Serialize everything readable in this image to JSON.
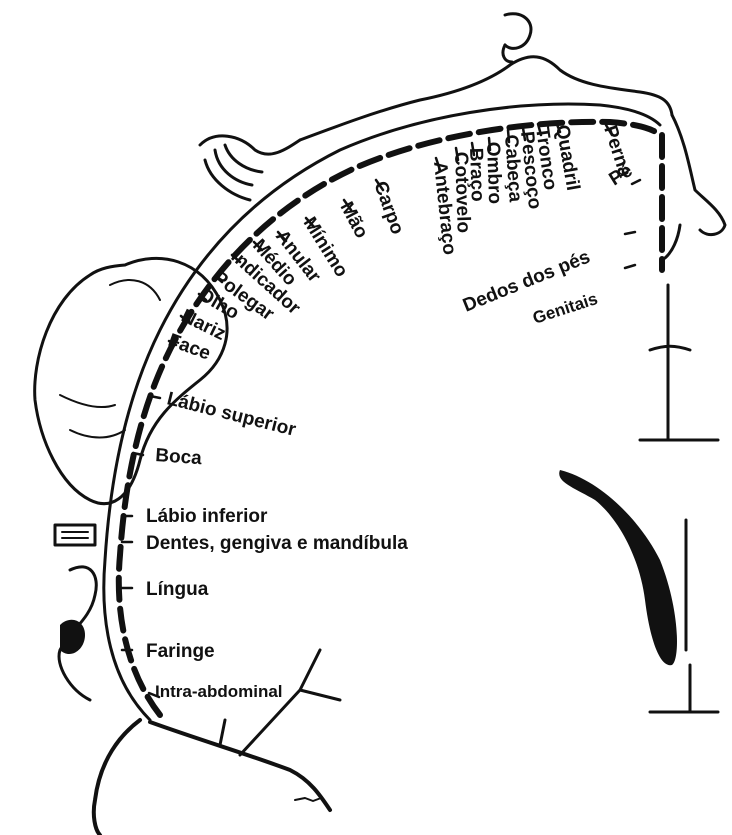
{
  "diagram": {
    "labels": [
      "Perna",
      "Quadril",
      "Tronco",
      "Pescoço",
      "Cabeça",
      "Ombro",
      "Braço",
      "Cotovelo",
      "Antebraço",
      "Carpo",
      "Mão",
      "Mínimo",
      "Anular",
      "Médio",
      "Indicador",
      "Polegar",
      "Olho",
      "Nariz",
      "Face",
      "Lábio superior",
      "Boca",
      "Lábio inferior",
      "Dentes, gengiva e mandíbula",
      "Língua",
      "Faringe",
      "Intra-abdominal",
      "Pé",
      "Dedos dos pés",
      "Genitais"
    ]
  },
  "colors": {
    "ink": "#111111",
    "background": "#ffffff"
  }
}
